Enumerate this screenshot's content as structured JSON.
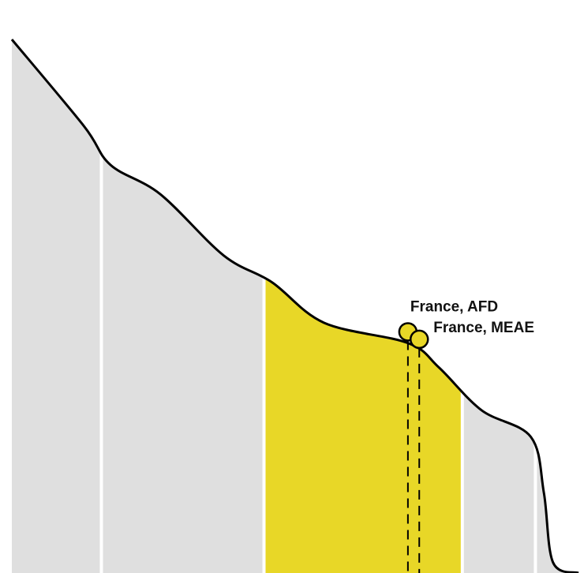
{
  "chart_data": {
    "type": "area",
    "title": "",
    "xlabel": "",
    "ylabel": "",
    "grid": false,
    "legend": "none",
    "colors": {
      "band": "#dfdfdf",
      "highlight_band": "#e8d727",
      "separator": "#ffffff",
      "curve": "#000000",
      "marker_fill": "#e8d727"
    },
    "x_range": [
      0,
      100
    ],
    "y_range": [
      0,
      100
    ],
    "curve_points": [
      {
        "x": 0.0,
        "y": 100.0
      },
      {
        "x": 12.7,
        "y": 83.8
      },
      {
        "x": 17.4,
        "y": 76.5
      },
      {
        "x": 26.2,
        "y": 71.0
      },
      {
        "x": 37.4,
        "y": 59.5
      },
      {
        "x": 45.9,
        "y": 54.5
      },
      {
        "x": 55.1,
        "y": 46.9
      },
      {
        "x": 69.9,
        "y": 43.1
      },
      {
        "x": 75.4,
        "y": 38.5
      },
      {
        "x": 82.9,
        "y": 30.5
      },
      {
        "x": 91.6,
        "y": 25.5
      },
      {
        "x": 93.9,
        "y": 15.0
      },
      {
        "x": 95.5,
        "y": 2.0
      },
      {
        "x": 100.0,
        "y": 0.0
      }
    ],
    "band_breaks": [
      0,
      15.8,
      44.5,
      79.5,
      92.4,
      100
    ],
    "highlight_band_index": 2,
    "points": [
      {
        "label": "France, AFD",
        "x": 69.9,
        "y": 45.2
      },
      {
        "label": "France, MEAE",
        "x": 71.9,
        "y": 43.8
      }
    ]
  }
}
